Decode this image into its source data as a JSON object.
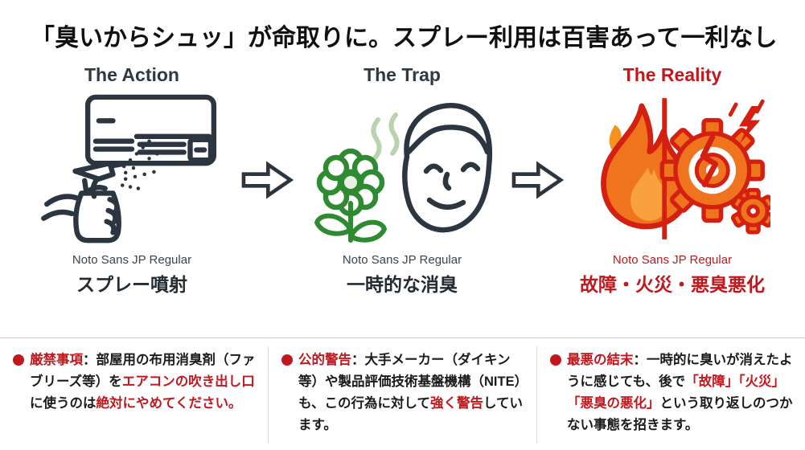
{
  "title": "「臭いからシュッ」が命取りに。スプレー利用は百害あって一利なし",
  "colors": {
    "accent_red": "#c0181d",
    "ink": "#101010",
    "illustration_ink": "#2b3641",
    "flower_green": "#2e8b31",
    "scent_green": "#b9d3b0",
    "fire_red": "#d32011",
    "fire_orange": "#f0731d",
    "flame_inner": "#f9a03f",
    "divider_gray": "#c9c9c9"
  },
  "stages": [
    {
      "heading": "The Action",
      "illustration": "spray-aircon",
      "caption": "Noto Sans JP Regular",
      "label": "スプレー噴射"
    },
    {
      "heading": "The Trap",
      "illustration": "flower-smelling-face",
      "caption": "Noto Sans JP Regular",
      "label": "一時的な消臭"
    },
    {
      "heading": "The Reality",
      "illustration": "fire-broken-gear",
      "caption": "Noto Sans JP Regular",
      "label": "故障・火災・悪臭悪化"
    }
  ],
  "warnings": [
    {
      "segments": [
        {
          "t": "厳禁事項",
          "c": "red"
        },
        {
          "t": "：部屋用の布用消臭剤（ファブリーズ等）を",
          "c": "black"
        },
        {
          "t": "エアコンの吹き出し口",
          "c": "red"
        },
        {
          "t": "に使うのは",
          "c": "black"
        },
        {
          "t": "絶対にやめてください。",
          "c": "red"
        }
      ]
    },
    {
      "segments": [
        {
          "t": "公的警告",
          "c": "red"
        },
        {
          "t": "：大手メーカー（ダイキン等）や製品評価技術基盤機構（NITE）も、この行為に対して",
          "c": "black"
        },
        {
          "t": "強く警告",
          "c": "red"
        },
        {
          "t": "しています。",
          "c": "black"
        }
      ]
    },
    {
      "segments": [
        {
          "t": "最悪の結末",
          "c": "red"
        },
        {
          "t": "：一時的に臭いが消えたように感じても、後で",
          "c": "black"
        },
        {
          "t": "「故障」「火災」「悪臭の悪化」",
          "c": "red"
        },
        {
          "t": "という取り返しのつかない事態を招きます。",
          "c": "black"
        }
      ]
    }
  ]
}
